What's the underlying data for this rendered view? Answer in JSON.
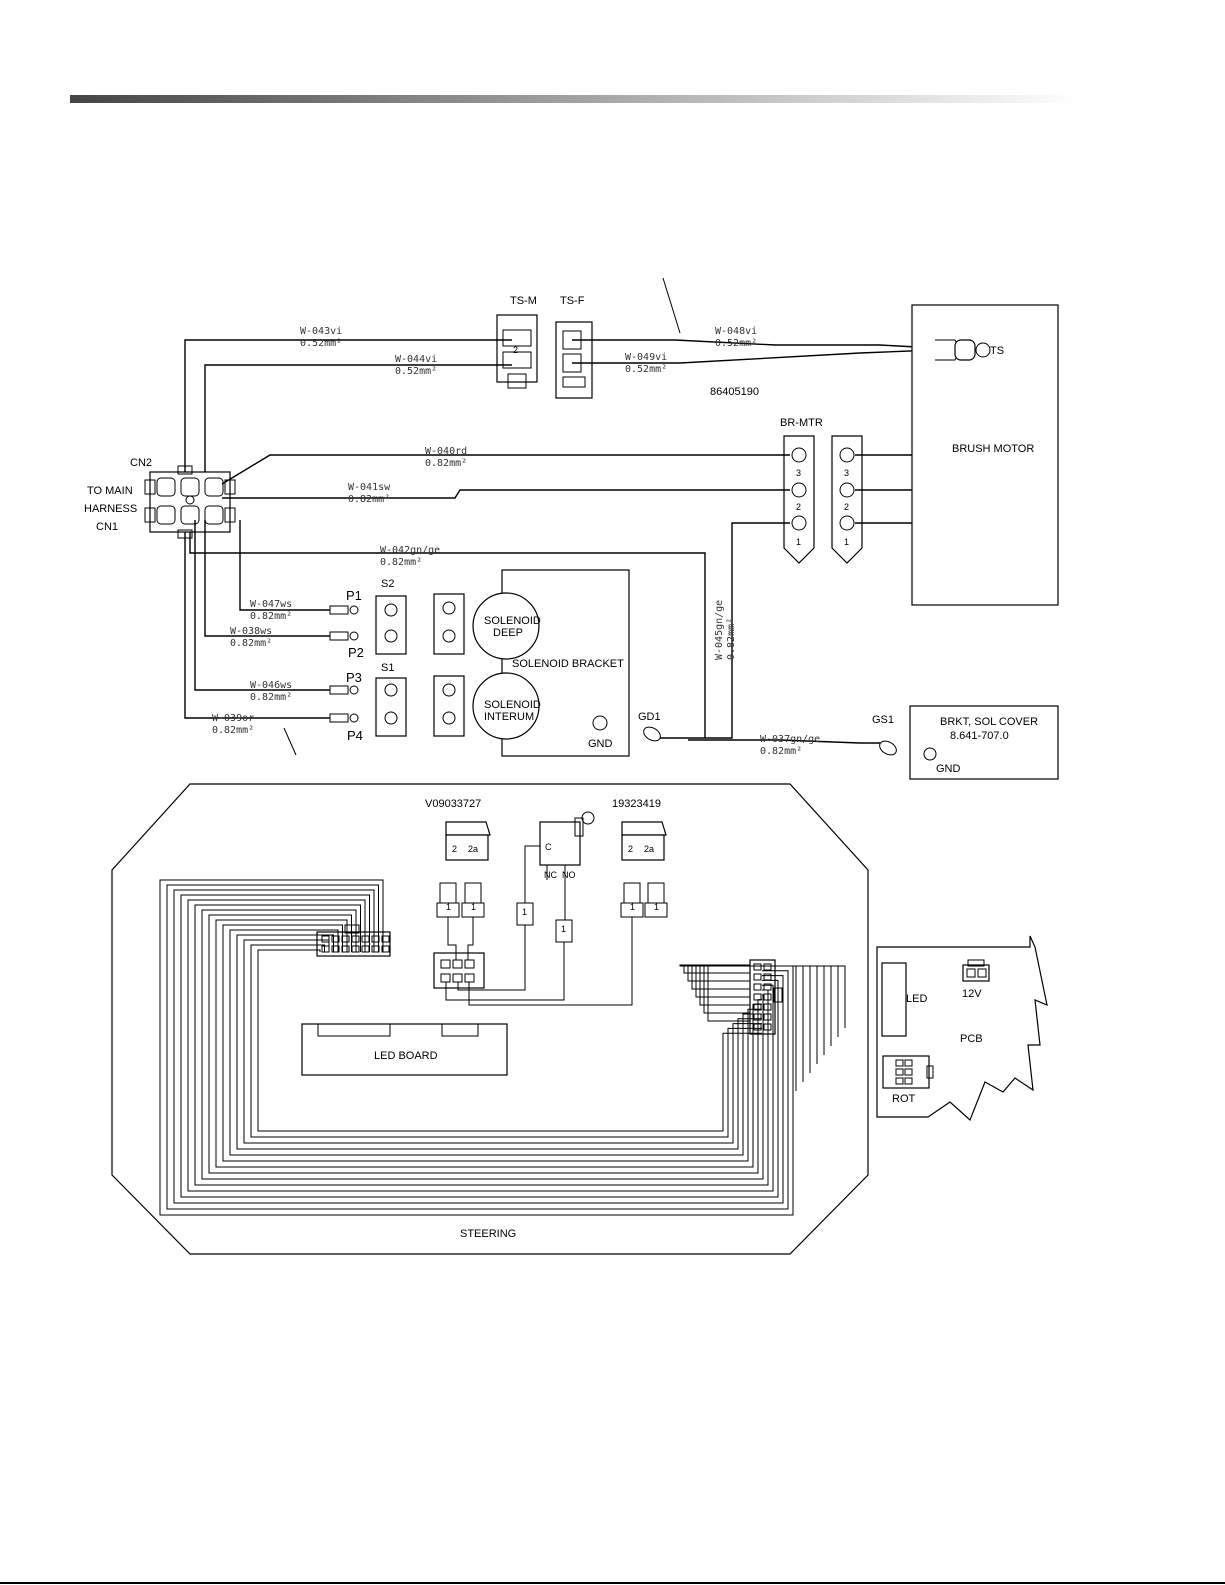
{
  "page": {
    "top_rule_color_dark": "#444444",
    "top_rule_color_light": "#ffffff"
  },
  "components": {
    "ts_m": "TS-M",
    "ts_f": "TS-F",
    "ts": "TS",
    "part_86405190": "86405190",
    "br_mtr": "BR-MTR",
    "brush_motor": "BRUSH MOTOR",
    "cn2": "CN2",
    "to_main_1": "TO MAIN",
    "to_main_2": "HARNESS",
    "to_main_3": "CN1",
    "p1": "P1",
    "p2": "P2",
    "p3": "P3",
    "p4": "P4",
    "s1": "S1",
    "s2": "S2",
    "solenoid_deep_1": "SOLENOID",
    "solenoid_deep_2": "DEEP",
    "solenoid_interum_1": "SOLENOID",
    "solenoid_interum_2": "INTERUM",
    "solenoid_bracket": "SOLENOID BRACKET",
    "gnd_bracket": "GND",
    "gd1": "GD1",
    "gs1": "GS1",
    "brkt_sol_cover": "BRKT, SOL COVER",
    "brkt_part": "8.641-707.0",
    "gnd_cover": "GND",
    "part_v09033727": "V09033727",
    "part_19323419": "19323419",
    "led_board": "LED BOARD",
    "steering": "STEERING",
    "pcb": "PCB",
    "led": "LED",
    "v12": "12V",
    "rot": "ROT"
  },
  "wires": {
    "w043": "W-043vi",
    "w043_size": "0.52mm²",
    "w044": "W-044vi",
    "w044_size": "0.52mm²",
    "w048": "W-048vi",
    "w048_size": "0.52mm²",
    "w049": "W-049vi",
    "w049_size": "0.52mm²",
    "w040": "W-040rd",
    "w040_size": "0.82mm²",
    "w041": "W-041sw",
    "w041_size": "0.82mm²",
    "w042": "W-042gn/ge",
    "w042_size": "0.82mm²",
    "w047": "W-047ws",
    "w047_size": "0.82mm²",
    "w038": "W-038ws",
    "w038_size": "0.82mm²",
    "w046": "W-046ws",
    "w046_size": "0.82mm²",
    "w039": "W-039or",
    "w039_size": "0.82mm²",
    "w045": "W-045gn/ge",
    "w045_size": "0.82mm²",
    "w037": "W-037gn/ge",
    "w037_size": "0.82mm²"
  },
  "pins": {
    "n1": "1",
    "n2": "2",
    "n3": "3",
    "n2a": "2a",
    "nc": "NC",
    "no": "NO",
    "c": "C"
  }
}
